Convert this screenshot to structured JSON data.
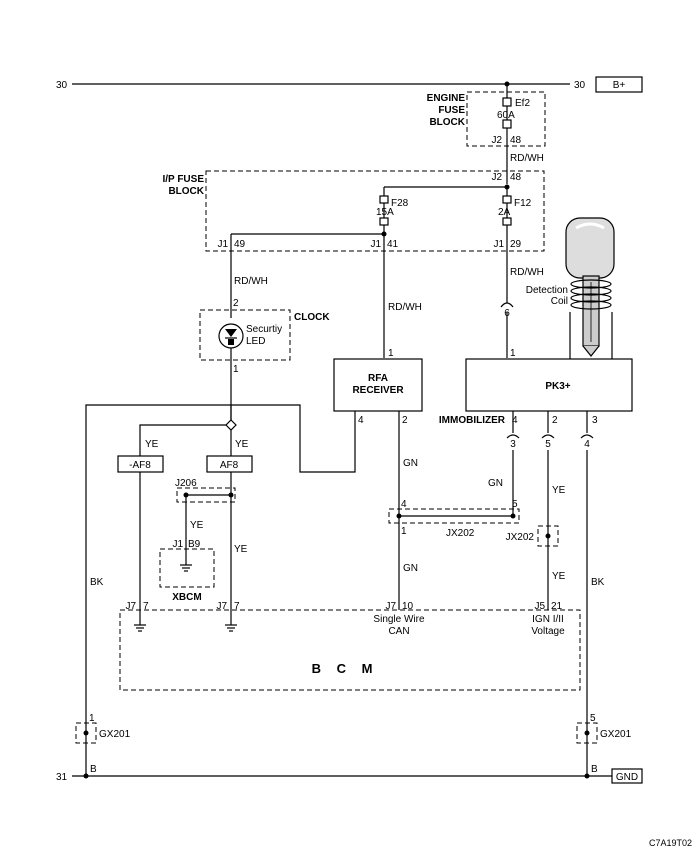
{
  "rails": {
    "power_left": "30",
    "power_right": "30",
    "power_tag": "B+",
    "ground_left": "31",
    "ground_tag": "GND",
    "ground_pin_left": "B",
    "ground_pin_right": "B"
  },
  "engine_fuse_block": {
    "label_lines": [
      "ENGINE",
      "FUSE",
      "BLOCK"
    ],
    "fuse_name": "Ef2",
    "fuse_rating": "60A",
    "pin_conn": "J2",
    "pin_num": "48"
  },
  "ip_fuse_block": {
    "label_lines": [
      "I/P FUSE",
      "BLOCK"
    ],
    "top_conn": "J2",
    "top_pin": "48",
    "fuse_f28_name": "F28",
    "fuse_f28_rating": "15A",
    "fuse_f12_name": "F12",
    "fuse_f12_rating": "2A",
    "pin_j1_49_conn": "J1",
    "pin_j1_49": "49",
    "pin_j1_41_conn": "J1",
    "pin_j1_41": "41",
    "pin_j1_29_conn": "J1",
    "pin_j1_29": "29"
  },
  "wires": {
    "rd_wh_main": "RD/WH",
    "rd_wh_clock": "RD/WH",
    "rd_wh_rfa": "RD/WH",
    "rd_wh_pk3": "RD/WH",
    "ye_left": "YE",
    "ye_right": "YE",
    "ye_xbcm": "YE",
    "ye_af8": "YE",
    "gn_rfa": "GN",
    "gn_pk3": "GN",
    "gn_can": "GN",
    "ye_pk3": "YE",
    "ye_ign": "YE",
    "bk_left": "BK",
    "bk_right": "BK"
  },
  "clock": {
    "title": "CLOCK",
    "led_line1": "Securtiy",
    "led_line2": "LED",
    "pin_top": "2",
    "pin_bottom": "1"
  },
  "rfa": {
    "line1": "RFA",
    "line2": "RECEIVER",
    "pin_top": "1",
    "pin_4": "4",
    "pin_2": "2"
  },
  "pk3": {
    "title": "PK3+",
    "label": "IMMOBILIZER",
    "pin_top": "1",
    "pin_4": "4",
    "pin_2": "2",
    "pin_3": "3",
    "coil_line1": "Detection",
    "coil_line2": "Coil",
    "conn_6": "6",
    "conn_3": "3",
    "conn_5": "5",
    "conn_4": "4"
  },
  "connectors": {
    "af8_neg": "-AF8",
    "af8": "AF8",
    "j206": "J206",
    "jx202_label": "JX202",
    "jx202_pin4": "4",
    "jx202_pin5": "5",
    "jx202_pin1": "1",
    "jx202_second": "JX202",
    "gx201_left": "GX201",
    "gx201_left_pin": "1",
    "gx201_right": "GX201",
    "gx201_right_pin": "5"
  },
  "xbcm": {
    "label": "XBCM",
    "conn": "J1",
    "pin": "B9"
  },
  "bcm": {
    "title": "B C M",
    "j7_7a_conn": "J7",
    "j7_7a_pin": "7",
    "j7_7b_conn": "J7",
    "j7_7b_pin": "7",
    "j7_10_conn": "J7",
    "j7_10_pin": "10",
    "j5_21_conn": "J5",
    "j5_21_pin": "21",
    "can_line1": "Single Wire",
    "can_line2": "CAN",
    "ign_line1": "IGN I/II",
    "ign_line2": "Voltage"
  },
  "figure_code": "C7A19T02"
}
